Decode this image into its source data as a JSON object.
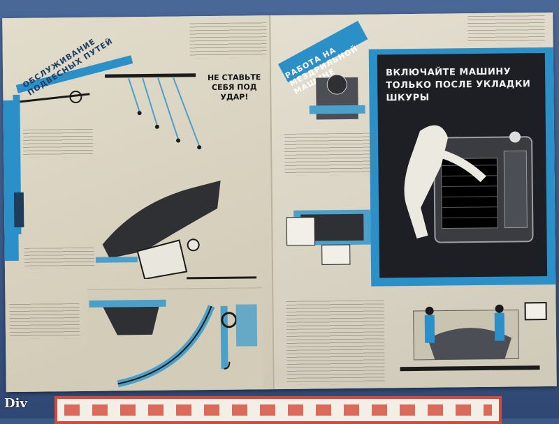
{
  "poster": {
    "left_title": "ОБСЛУЖИВАНИЕ ПОДВЕСНЫХ ПУТЕЙ",
    "warning": "НЕ СТАВЬТЕ СЕБЯ ПОД УДАР!",
    "right_title": "РАБОТА НА МЕЗДРИЛЬНОЙ МАШИНЕ",
    "dark_heading": "ВКЛЮЧАЙТЕ МАШИНУ ТОЛЬКО ПОСЛЕ УКЛАДКИ ШКУРЫ"
  },
  "watermark": "Div",
  "colors": {
    "wall": "#3d5a86",
    "poster": "#d9d3c2",
    "accent_blue": "#2b8fc8",
    "dark_panel": "#1d1f24",
    "sign_red": "#d24a3a"
  }
}
